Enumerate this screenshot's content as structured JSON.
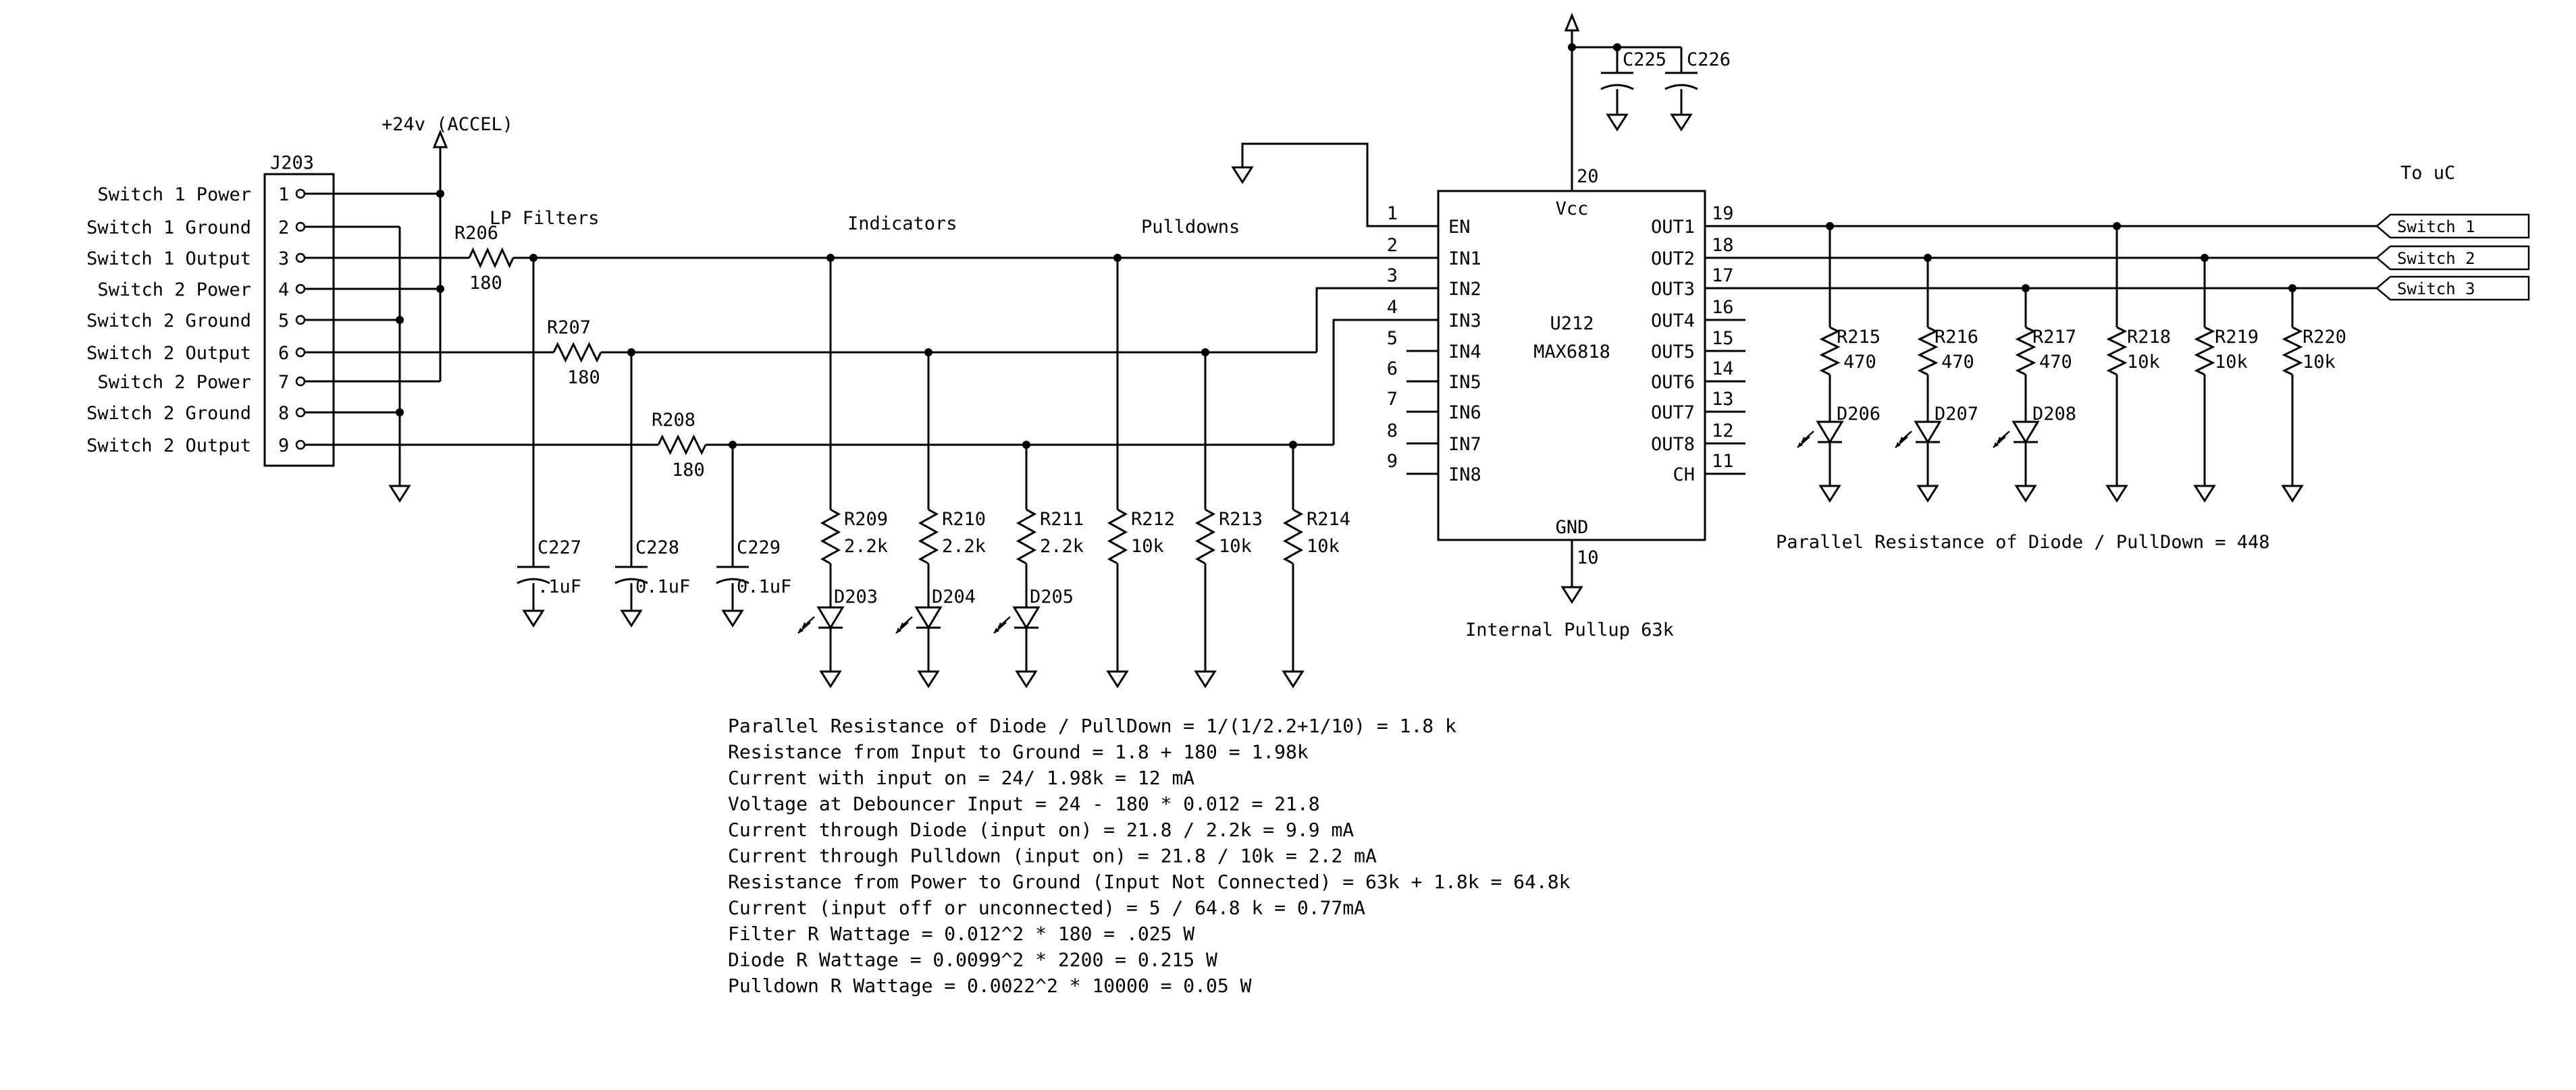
{
  "connector": {
    "ref": "J203",
    "pins": [
      {
        "num": "1",
        "label": "Switch 1 Power"
      },
      {
        "num": "2",
        "label": "Switch 1 Ground"
      },
      {
        "num": "3",
        "label": "Switch 1 Output"
      },
      {
        "num": "4",
        "label": "Switch 2 Power"
      },
      {
        "num": "5",
        "label": "Switch 2 Ground"
      },
      {
        "num": "6",
        "label": "Switch 2 Output"
      },
      {
        "num": "7",
        "label": "Switch 2 Power"
      },
      {
        "num": "8",
        "label": "Switch 2 Ground"
      },
      {
        "num": "9",
        "label": "Switch 2 Output"
      }
    ]
  },
  "power_label": "+24v (ACCEL)",
  "section_labels": {
    "filters": "LP Filters",
    "indicators": "Indicators",
    "pulldowns": "Pulldowns",
    "to_uc": "To uC"
  },
  "filter_resistors": [
    {
      "ref": "R206",
      "value": "180"
    },
    {
      "ref": "R207",
      "value": "180"
    },
    {
      "ref": "R208",
      "value": "180"
    }
  ],
  "filter_caps": [
    {
      "ref": "C227",
      "value": ".1uF"
    },
    {
      "ref": "C228",
      "value": "0.1uF"
    },
    {
      "ref": "C229",
      "value": "0.1uF"
    }
  ],
  "indicator_resistors": [
    {
      "ref": "R209",
      "value": "2.2k",
      "led": "D203"
    },
    {
      "ref": "R210",
      "value": "2.2k",
      "led": "D204"
    },
    {
      "ref": "R211",
      "value": "2.2k",
      "led": "D205"
    }
  ],
  "pulldown_resistors": [
    {
      "ref": "R212",
      "value": "10k"
    },
    {
      "ref": "R213",
      "value": "10k"
    },
    {
      "ref": "R214",
      "value": "10k"
    }
  ],
  "ic": {
    "ref": "U212",
    "part": "MAX6818",
    "vcc": "Vcc",
    "gnd": "GND",
    "vcc_pin": "20",
    "gnd_pin": "10",
    "left_pins": [
      {
        "num": "1",
        "name": "EN"
      },
      {
        "num": "2",
        "name": "IN1"
      },
      {
        "num": "3",
        "name": "IN2"
      },
      {
        "num": "4",
        "name": "IN3"
      },
      {
        "num": "5",
        "name": "IN4"
      },
      {
        "num": "6",
        "name": "IN5"
      },
      {
        "num": "7",
        "name": "IN6"
      },
      {
        "num": "8",
        "name": "IN7"
      },
      {
        "num": "9",
        "name": "IN8"
      }
    ],
    "right_pins": [
      {
        "num": "19",
        "name": "OUT1"
      },
      {
        "num": "18",
        "name": "OUT2"
      },
      {
        "num": "17",
        "name": "OUT3"
      },
      {
        "num": "16",
        "name": "OUT4"
      },
      {
        "num": "15",
        "name": "OUT5"
      },
      {
        "num": "14",
        "name": "OUT6"
      },
      {
        "num": "13",
        "name": "OUT7"
      },
      {
        "num": "12",
        "name": "OUT8"
      },
      {
        "num": "11",
        "name": "CH"
      }
    ],
    "note": "Internal Pullup 63k"
  },
  "decoupling_caps": [
    {
      "ref": "C225"
    },
    {
      "ref": "C226"
    }
  ],
  "output_resistors": [
    {
      "ref": "R215",
      "value": "470",
      "led": "D206"
    },
    {
      "ref": "R216",
      "value": "470",
      "led": "D207"
    },
    {
      "ref": "R217",
      "value": "470",
      "led": "D208"
    }
  ],
  "output_pulldowns": [
    {
      "ref": "R218",
      "value": "10k"
    },
    {
      "ref": "R219",
      "value": "10k"
    },
    {
      "ref": "R220",
      "value": "10k"
    }
  ],
  "output_ports": [
    {
      "label": "Switch 1"
    },
    {
      "label": "Switch 2"
    },
    {
      "label": "Switch 3"
    }
  ],
  "output_note": "Parallel Resistance of Diode / PullDown = 448",
  "calculations": [
    "Parallel Resistance of Diode / PullDown = 1/(1/2.2+1/10) = 1.8 k",
    "Resistance from Input to Ground = 1.8 + 180 = 1.98k",
    "Current with input on = 24/ 1.98k = 12 mA",
    "Voltage at Debouncer Input = 24 - 180 * 0.012 = 21.8",
    "Current through Diode (input on) = 21.8 / 2.2k = 9.9 mA",
    "Current through Pulldown (input on) = 21.8 / 10k = 2.2 mA",
    "Resistance from Power to Ground (Input Not Connected) = 63k + 1.8k = 64.8k",
    "Current (input off or unconnected) = 5 / 64.8 k = 0.77mA",
    "Filter R Wattage = 0.012^2 * 180 = .025 W",
    "Diode R Wattage = 0.0099^2 * 2200 = 0.215 W",
    "Pulldown R Wattage = 0.0022^2 * 10000 = 0.05 W"
  ]
}
